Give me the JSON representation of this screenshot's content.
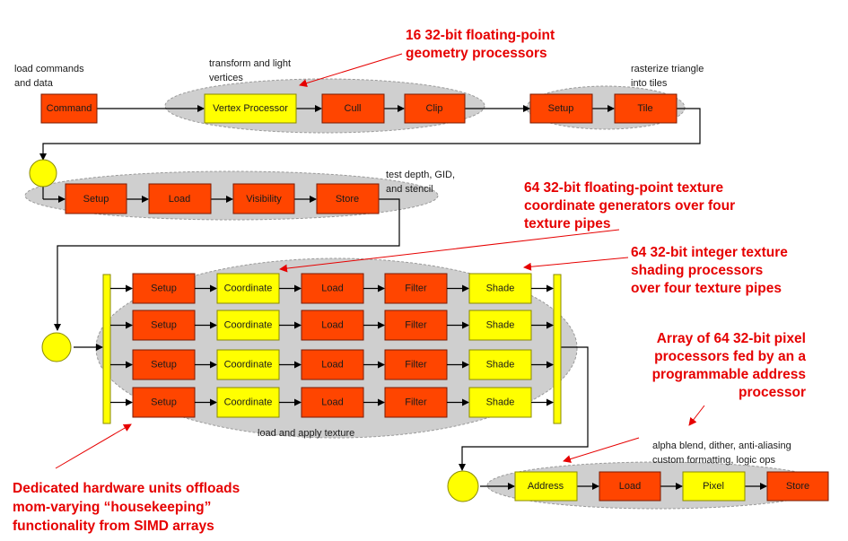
{
  "geometry": {
    "notes": [
      "load commands",
      "and data"
    ],
    "vertex_notes": [
      "transform and light",
      "vertices"
    ],
    "tile_notes": [
      "rasterize triangle",
      "into tiles"
    ],
    "stages": [
      "Command",
      "Vertex Processor",
      "Cull",
      "Clip",
      "Setup",
      "Tile"
    ]
  },
  "depth": {
    "stages": [
      "Setup",
      "Load",
      "Visibility",
      "Store"
    ],
    "notes": [
      "test depth, GID,",
      "and stencil"
    ]
  },
  "texture": {
    "row_stages": [
      "Setup",
      "Coordinate",
      "Load",
      "Filter",
      "Shade"
    ],
    "row_count": 4,
    "note": "load and apply texture"
  },
  "pixel": {
    "stages": [
      "Address",
      "Load",
      "Pixel",
      "Store"
    ],
    "notes": [
      "alpha blend, dither, anti-aliasing",
      "custom formatting, logic ops"
    ]
  },
  "annotations": {
    "geometry_processors": [
      "16 32-bit floating-point",
      "geometry processors"
    ],
    "texture_coordinate": [
      "64 32-bit floating-point texture",
      "coordinate generators over four",
      "texture pipes"
    ],
    "texture_shading": [
      "64 32-bit integer texture",
      "shading processors",
      "over four texture pipes"
    ],
    "pixel_array": [
      "Array of 64 32-bit pixel",
      "processors fed by an a",
      "programmable address",
      "processor"
    ],
    "housekeeping": [
      "Dedicated hardware units offloads",
      "mom-varying “housekeeping”",
      "functionality from SIMD arrays"
    ]
  },
  "colors": {
    "processor_box": "#ff4500",
    "programmable_box": "#ffff00",
    "group_ellipse": "#cfcfcf",
    "annotation_text": "#e60000"
  }
}
